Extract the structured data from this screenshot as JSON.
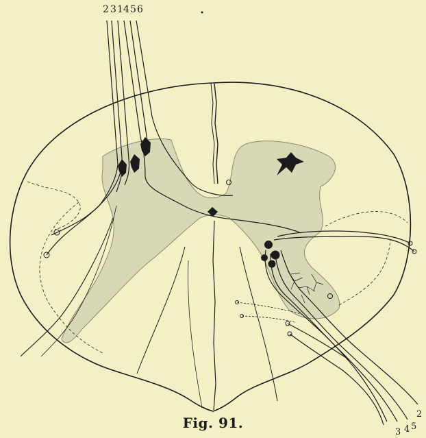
{
  "figure": {
    "caption": "Fig. 91.",
    "top_labels": [
      "2",
      "3",
      "1",
      "4",
      "5",
      "6"
    ],
    "bottom_labels": [
      "2",
      "3",
      "4",
      "5"
    ],
    "colors": {
      "paper": "#f4f0c6",
      "ink": "#1b1b1b",
      "grey_matter": "#d9d8b6"
    }
  }
}
